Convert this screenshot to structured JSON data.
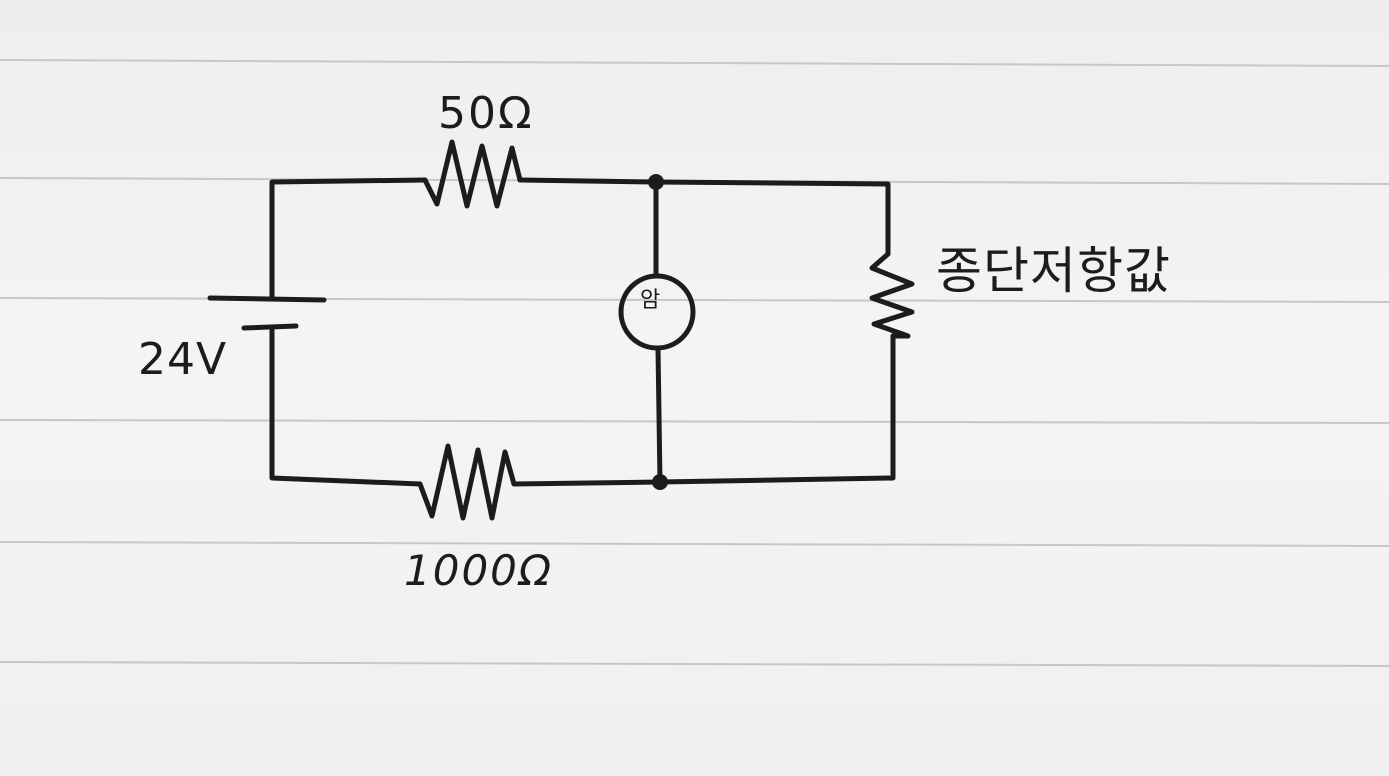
{
  "diagram": {
    "resistor_top_label": "50Ω",
    "resistor_bottom_label": "1000Ω",
    "source_label": "24V",
    "load_resistor_label": "종단저항값",
    "meter_label": "암"
  },
  "colors": {
    "paper": "#f1f1f1",
    "ruled_line": "#c7c7c7",
    "ink": "#1c1c1c"
  }
}
